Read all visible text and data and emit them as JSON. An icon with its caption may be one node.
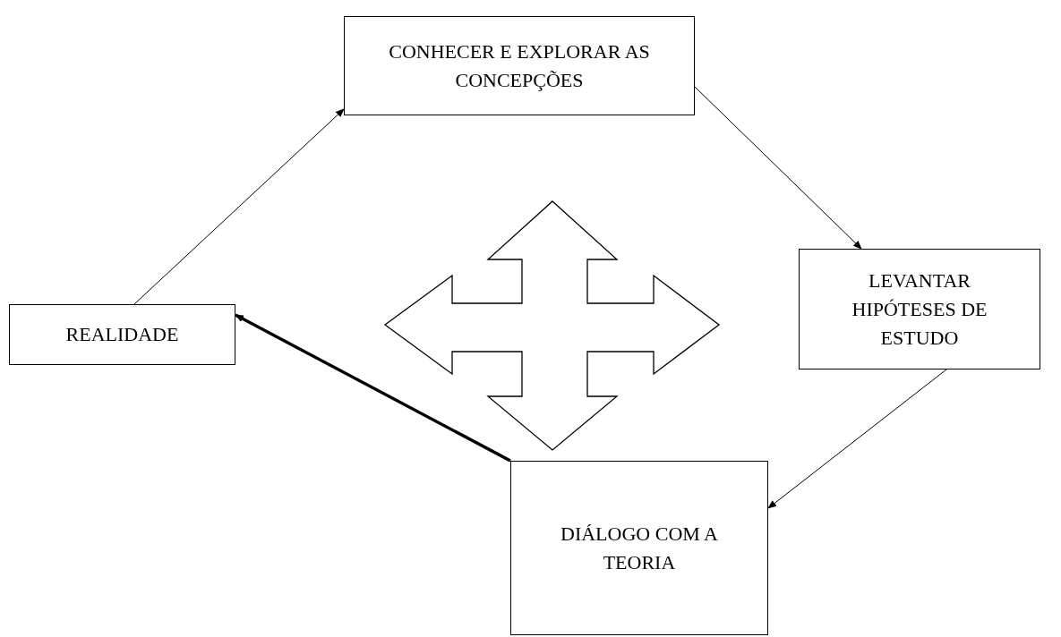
{
  "diagram": {
    "nodes": [
      {
        "text": [
          "CONHECER E EXPLORAR AS CONCEPÇÕES"
        ]
      },
      {
        "text": [
          "LEVANTAR HIPÓTESES DE ESTUDO"
        ]
      },
      {
        "text": [
          "DIÁLOGO COM A TEORIA"
        ]
      },
      {
        "text": [
          "REALIDADE"
        ]
      }
    ],
    "edges": [
      {
        "from": 3,
        "to": 0,
        "arrow": "to"
      },
      {
        "from": 0,
        "to": 1,
        "arrow": "to"
      },
      {
        "from": 1,
        "to": 2,
        "arrow": "to"
      },
      {
        "from": 2,
        "to": 3,
        "arrow": "to",
        "style": "thick"
      }
    ]
  }
}
